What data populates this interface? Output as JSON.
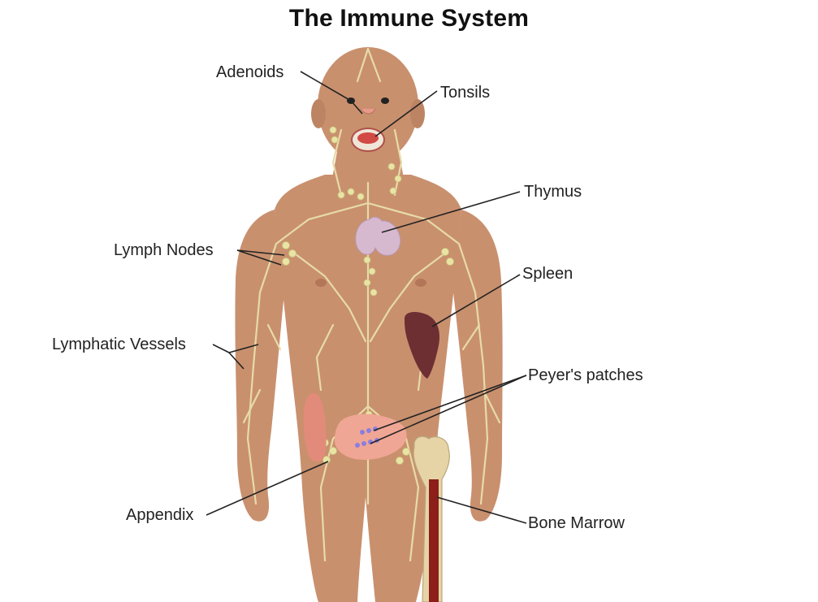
{
  "title": "The Immune System",
  "labels": {
    "adenoids": "Adenoids",
    "tonsils": "Tonsils",
    "thymus": "Thymus",
    "lymph_nodes": "Lymph Nodes",
    "spleen": "Spleen",
    "lymphatic_vessels": "Lymphatic Vessels",
    "peyers_patches": "Peyer's patches",
    "appendix": "Appendix",
    "bone_marrow": "Bone Marrow"
  },
  "colors": {
    "skin": "#c9906e",
    "skin_shade": "#b97f5e",
    "vessel": "#e6dba8",
    "node": "#e9e4a6",
    "thymus": "#d7b9cf",
    "spleen": "#6e2f33",
    "intestine": "#e7927f",
    "bone": "#e6d3a6",
    "marrow": "#8c1f1a",
    "patch": "#8a7ee0"
  }
}
